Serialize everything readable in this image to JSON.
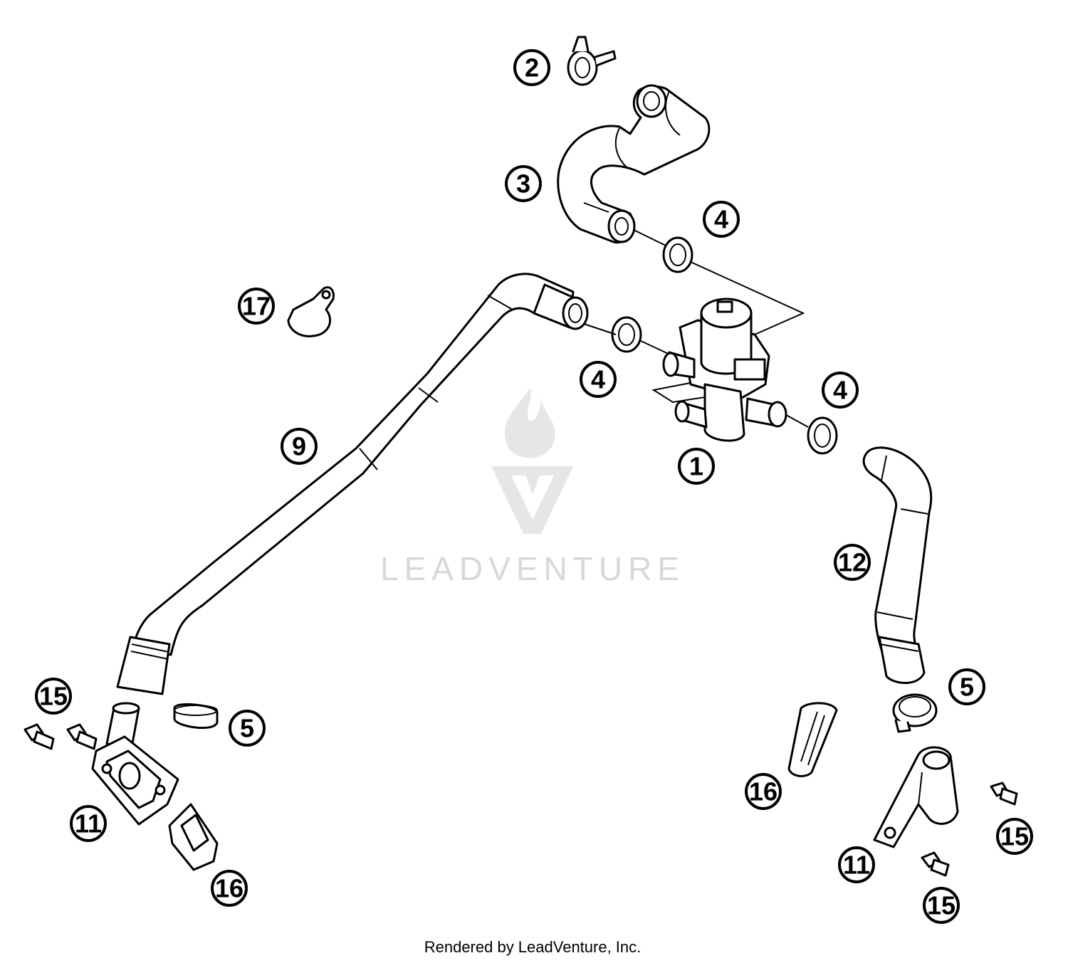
{
  "watermark": {
    "brand": "LEADVENTURE",
    "logo_icon": "flame-v-logo-icon",
    "color": "#d8d8d8"
  },
  "footer": {
    "credit": "Rendered by LeadVenture, Inc."
  },
  "callouts": [
    {
      "id": "c1",
      "label": "1"
    },
    {
      "id": "c2",
      "label": "2"
    },
    {
      "id": "c3",
      "label": "3"
    },
    {
      "id": "c4a",
      "label": "4"
    },
    {
      "id": "c4b",
      "label": "4"
    },
    {
      "id": "c4c",
      "label": "4"
    },
    {
      "id": "c5a",
      "label": "5"
    },
    {
      "id": "c5b",
      "label": "5"
    },
    {
      "id": "c9",
      "label": "9"
    },
    {
      "id": "c11a",
      "label": "11"
    },
    {
      "id": "c11b",
      "label": "11"
    },
    {
      "id": "c12",
      "label": "12"
    },
    {
      "id": "c15a",
      "label": "15"
    },
    {
      "id": "c15b",
      "label": "15"
    },
    {
      "id": "c15c",
      "label": "15"
    },
    {
      "id": "c16a",
      "label": "16"
    },
    {
      "id": "c16b",
      "label": "16"
    },
    {
      "id": "c17",
      "label": "17"
    }
  ]
}
